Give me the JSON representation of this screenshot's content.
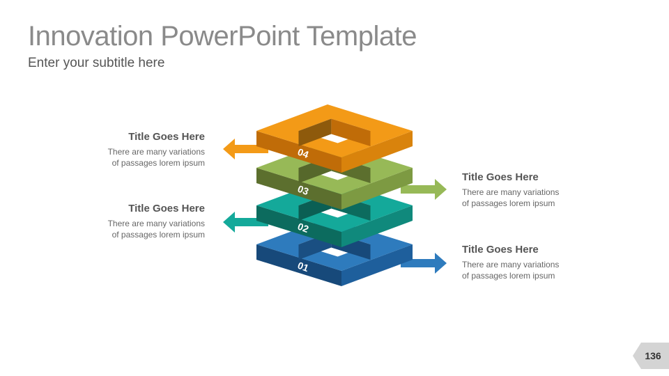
{
  "header": {
    "title": "Innovation PowerPoint Template",
    "subtitle": "Enter your subtitle here"
  },
  "layers": [
    {
      "number": "01",
      "top": "#2e7bbd",
      "front": "#17497a",
      "side": "#1e5f9c",
      "inner": "#1a4f82"
    },
    {
      "number": "02",
      "top": "#14a99a",
      "front": "#0c6b5e",
      "side": "#10897c",
      "inner": "#0b5f54"
    },
    {
      "number": "03",
      "top": "#97b957",
      "front": "#5c6f2e",
      "side": "#7d9a42",
      "inner": "#56682b"
    },
    {
      "number": "04",
      "top": "#f39a17",
      "front": "#c06c08",
      "side": "#d9830c",
      "inner": "#8e5a0c"
    }
  ],
  "callouts": [
    {
      "side": "left",
      "layer": "04",
      "title": "Title Goes Here",
      "line1": "There are many variations",
      "line2": "of passages lorem ipsum"
    },
    {
      "side": "left",
      "layer": "02",
      "title": "Title Goes Here",
      "line1": "There are many variations",
      "line2": "of passages lorem ipsum"
    },
    {
      "side": "right",
      "layer": "03",
      "title": "Title Goes Here",
      "line1": "There are many variations",
      "line2": "of passages lorem ipsum"
    },
    {
      "side": "right",
      "layer": "01",
      "title": "Title Goes Here",
      "line1": "There are many variations",
      "line2": "of passages lorem ipsum"
    }
  ],
  "footer": {
    "page_number": "136",
    "badge_color": "#d4d4d4"
  }
}
